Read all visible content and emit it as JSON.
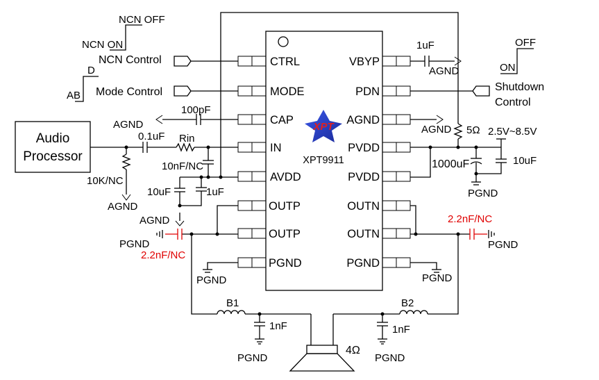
{
  "ic": {
    "name": "XPT9911",
    "logo": "XPT",
    "left_pins": [
      "CTRL",
      "MODE",
      "CAP",
      "IN",
      "AVDD",
      "OUTP",
      "OUTP",
      "PGND"
    ],
    "right_pins": [
      "VBYP",
      "PDN",
      "AGND",
      "PVDD",
      "PVDD",
      "OUTN",
      "OUTN",
      "PGND"
    ]
  },
  "audio_processor": {
    "line1": "Audio",
    "line2": "Processor"
  },
  "ncn": {
    "off": "NCN OFF",
    "on": "NCN ON",
    "control": "NCN Control"
  },
  "mode": {
    "ab": "AB",
    "d": "D",
    "control": "Mode Control"
  },
  "shutdown": {
    "off": "OFF",
    "on": "ON",
    "line1": "Shutdown",
    "line2": "Control"
  },
  "labels": {
    "c_vbyp": "1uF",
    "agnd_vbyp": "AGND",
    "agnd_cap": "AGND",
    "c_cap": "100pF",
    "c_in": "0.1uF",
    "rin": "Rin",
    "c_in_nc": "10nF/NC",
    "r_in_gnd": "10K/NC",
    "agnd_in": "AGND",
    "c_avdd_1": "10uF",
    "c_avdd_2": "1uF",
    "agnd_avdd": "AGND",
    "agnd_right": "AGND",
    "r_5": "5Ω",
    "supply": "2.5V~8.5V",
    "c_bulk": "1000uF",
    "c_10u": "10uF",
    "pgnd_supply": "PGND",
    "c_outp": "2.2nF/NC",
    "pgnd_outp": "PGND",
    "c_outn": "2.2nF/NC",
    "pgnd_outn": "PGND",
    "pgnd_left": "PGND",
    "pgnd_right": "PGND",
    "b1": "B1",
    "b2": "B2",
    "c_1n_left": "1nF",
    "c_1n_right": "1nF",
    "pgnd_b1": "PGND",
    "pgnd_b2": "PGND",
    "speaker": "4Ω"
  },
  "colors": {
    "line": "#000000",
    "accent_red": "#e00000",
    "logo_blue": "#2a3cc8",
    "logo_red": "#e02020"
  }
}
